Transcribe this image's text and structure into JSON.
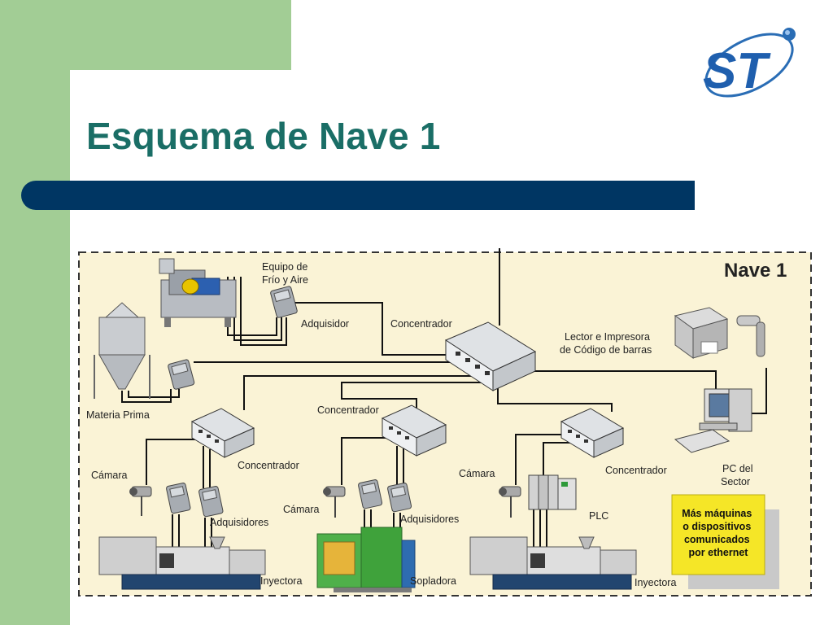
{
  "slide": {
    "title": "Esquema de Nave 1",
    "logo_text": "ST"
  },
  "colors": {
    "sidebar_green": "#a2cd95",
    "title_teal": "#1a6e66",
    "bar_navy": "#003663",
    "panel_cream": "#faf3d6",
    "callout_yellow": "#f5e627"
  },
  "diagram": {
    "region_label": "Nave 1",
    "labels": {
      "equipo": [
        "Equipo de",
        "Frío y Aire"
      ],
      "adquisidor": "Adquisidor",
      "concentrador_main": "Concentrador",
      "lector": [
        "Lector e Impresora",
        "de Código de barras"
      ],
      "materia_prima": "Materia Prima",
      "concentrador_left": "Concentrador",
      "concentrador_mid": "Concentrador",
      "concentrador_right": "Concentrador",
      "camara_left": "Cámara",
      "camara_mid": "Cámara",
      "camara_right": "Cámara",
      "adquisidores_left": "Adquisidores",
      "adquisidores_mid": "Adquisidores",
      "plc": "PLC",
      "pc": [
        "PC del",
        "Sector"
      ],
      "mas": [
        "Más máquinas",
        "o dispositivos",
        "comunicados",
        "por ethernet"
      ],
      "inyectora_left": "Inyectora",
      "sopladora": "Sopladora",
      "inyectora_right": "Inyectora"
    }
  }
}
